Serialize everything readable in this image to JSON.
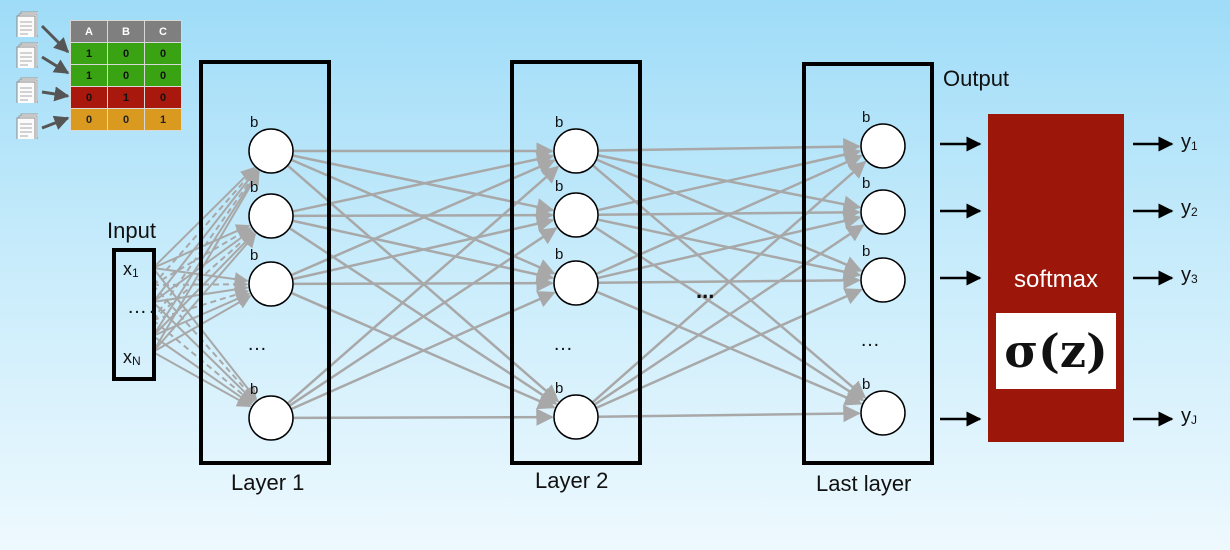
{
  "labels": {
    "input": "Input",
    "output": "Output",
    "layer1": "Layer 1",
    "layer2": "Layer 2",
    "last_layer": "Last layer",
    "softmax": "softmax",
    "sigma": "σ(z)",
    "bias": "b",
    "vdots": "…",
    "middle_dots": "...",
    "input_dots": "…."
  },
  "inputs": [
    {
      "base": "x",
      "sub": "1"
    },
    {
      "base": "x",
      "sub": "N"
    }
  ],
  "outputs": [
    {
      "base": "y",
      "sub": "1"
    },
    {
      "base": "y",
      "sub": "2"
    },
    {
      "base": "y",
      "sub": "3"
    },
    {
      "base": "y",
      "sub": "J"
    }
  ],
  "one_hot_table": {
    "headers": [
      "A",
      "B",
      "C"
    ],
    "rows": [
      {
        "values": [
          "1",
          "0",
          "0"
        ],
        "color": "#3aa314"
      },
      {
        "values": [
          "1",
          "0",
          "0"
        ],
        "color": "#3aa314"
      },
      {
        "values": [
          "0",
          "1",
          "0"
        ],
        "color": "#a8180c"
      },
      {
        "values": [
          "0",
          "0",
          "1"
        ],
        "color": "#d99a1f"
      }
    ]
  },
  "colors": {
    "connection": "#a8a8a8",
    "softmax_box": "#9c160a",
    "layer_border": "#000000"
  },
  "icons": {
    "document": "document-stack-icon"
  }
}
